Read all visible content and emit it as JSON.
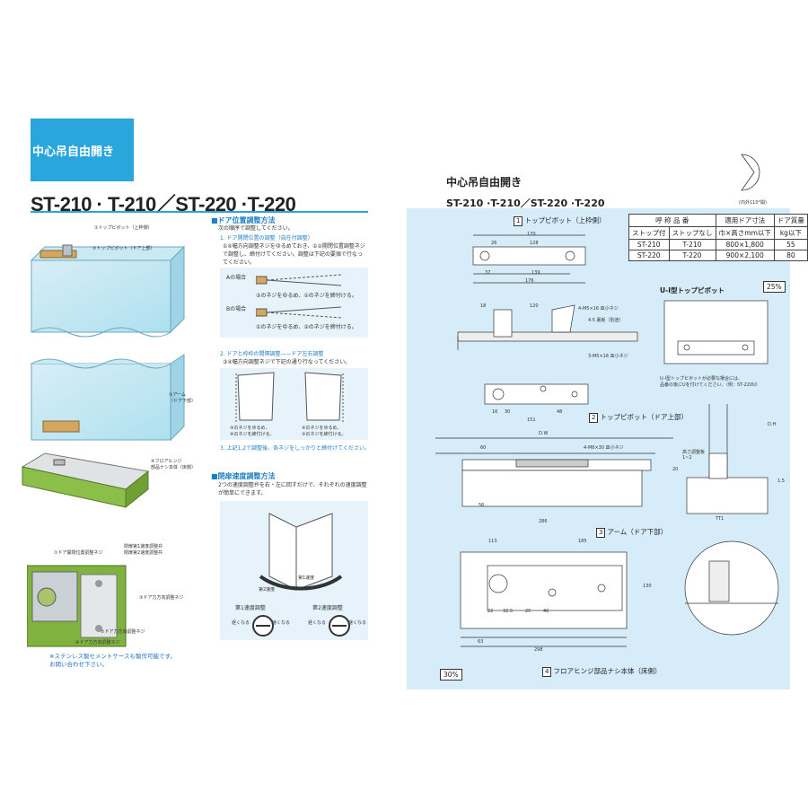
{
  "left": {
    "category": "中心吊自由開き",
    "model_title": "ST-210 · T-210／ST-220 ·T-220",
    "callouts": {
      "c1": "①トップピボット（上枠側）",
      "c2": "②トップピボット（ドア上部）",
      "c3": "③アーム\n（ドア下部）",
      "c4": "④フロアヒンジ\n部品ナシ本体（床側）"
    },
    "inset_labels": {
      "l1": "閉扉第1速度調整弁",
      "l2": "①ドア開閉位置調整ネジ",
      "l3": "閉扉第2速度調整弁",
      "l4": "③ドア力方向調整ネジ",
      "l5": "②ドア力方向調整ネジ",
      "l6": "④ドア力方向調整ネジ"
    },
    "stainless_note": "※ステンレス製セメントケースも製作可能です。\nお問い合わせ下さい。",
    "door_position": {
      "heading": "■ドア位置調整方法",
      "intro": "次の順序で調整してください。",
      "step1_title": "1. ドア開閉位置の調整（自在付調整）",
      "step1_body": "①④幅方向調整ネジをゆるめておき、①②開閉位置調整ネジで調整し、締付けてください。調整は下記の要領で行なってください。",
      "caseA": "Aの場合",
      "caseA_note": "②のネジをゆるめ、①のネジを締付ける。",
      "caseB": "Bの場合",
      "caseB_note": "①のネジをゆるめ、②のネジを締付ける。",
      "step2_title": "2. ドアと枠枠の間隔調整——ドア左右調整",
      "step2_body": "③④幅方向調整ネジで下記の通り行なってください。",
      "left_caption": "③のネジをゆるめ、\n④のネジを締付ける。",
      "right_caption": "④のネジをゆるめ、\n③のネジを締付ける。",
      "step3": "3. 上記1,2で調整後、各ネジをしっかりと締付けてください。"
    },
    "closing_speed": {
      "heading": "■閉扉速度調整方法",
      "body": "2つの速度調整弁を右・左に回すだけで、それぞれの速度調整が簡単にできます。",
      "first_speed": "第1速度",
      "second_speed": "第2速度",
      "knob1_label": "第1速度調整",
      "knob2_label": "第2速度調整",
      "slow": "遅くなる",
      "fast": "速くなる"
    }
  },
  "right": {
    "category": "中心吊自由開き",
    "model_title": "ST-210 ·T-210／ST-220 ·T-220",
    "part1": {
      "num": "1",
      "label": "トップピボット（上枠側）"
    },
    "part2": {
      "num": "2",
      "label": "トップピボット（ドア上部）"
    },
    "part3": {
      "num": "3",
      "label": "アーム（ドア下部）"
    },
    "part4": {
      "num": "4",
      "label": "フロアヒンジ部品ナシ本体（床側）"
    },
    "ui_pivot_label": "U-Ⅰ型トップピボット",
    "ui_pivot_pct": "25%",
    "ui_note": "U-Ⅰ型トップピボットが必要な場合には、\n品番の後にUを付けてください。（例：ST-220U）",
    "bottom_pct": "30%",
    "spec_table": {
      "headers": [
        "呼 称 品 番",
        "",
        "適用ドア寸法",
        "ドア質量"
      ],
      "subheaders": [
        "ストップ付",
        "ストップなし",
        "巾×高さmm以下",
        "kg以下"
      ],
      "rows": [
        [
          "ST-210",
          "T-210",
          "800×1,800",
          "55"
        ],
        [
          "ST-220",
          "T-220",
          "900×2,100",
          "80"
        ]
      ]
    },
    "dims": {
      "d170": "170",
      "d26": "26",
      "d128": "128",
      "d37": "37",
      "d139": "139",
      "d176": "176",
      "d18": "18",
      "d120": "120",
      "d4_5": "4.5 裏板（別途）",
      "d3m5": "3-M5×16 皿小ネジ",
      "d4m5": "4-M5×16 皿小ネジ",
      "d16": "16",
      "d30": "30",
      "d48": "48",
      "d151": "151",
      "dw": "D.W",
      "d60": "60",
      "d286": "286",
      "d56": "56",
      "d4m6": "4-M6×30 皿小ネジ",
      "d113": "113",
      "d185": "185",
      "d130": "130",
      "d22": "22",
      "d32_5": "32.5",
      "d25": "25",
      "d40": "40",
      "d63": "63",
      "d298": "298",
      "dh": "D.H",
      "d15": "1.5",
      "d20": "20",
      "dtt": "TT1",
      "adjust_plate": "高さ調整板\n1~2",
      "small_angle": "(内外110°開)"
    }
  }
}
